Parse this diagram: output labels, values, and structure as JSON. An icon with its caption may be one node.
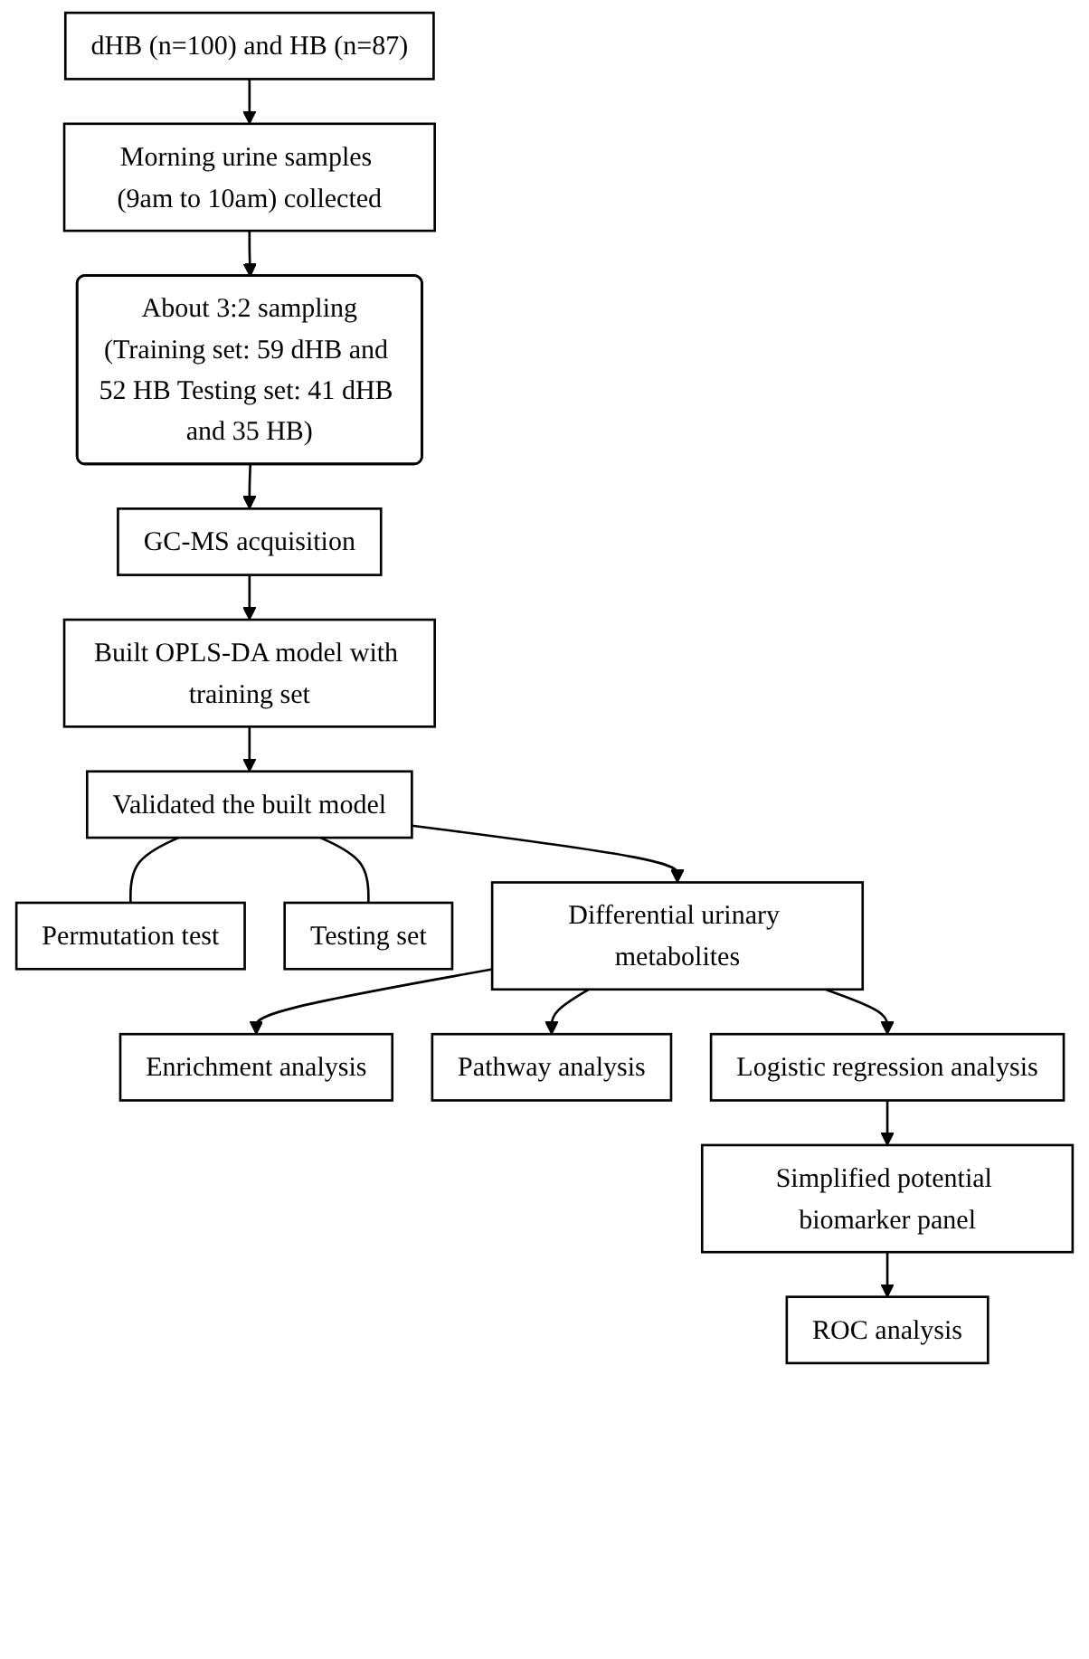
{
  "diagram": {
    "nodes": [
      {
        "text": [
          "dHB (n=100) and HB (n=87)"
        ]
      },
      {
        "text": [
          "Morning urine samples (9am to 10am) collected"
        ]
      },
      {
        "text": [
          "About 3:2 sampling",
          "(Training set: 59 dHB and 52 HB Testing set: 41 dHB and 35 HB)"
        ]
      },
      {
        "text": [
          "GC-MS acquisition"
        ]
      },
      {
        "text": [
          "Built OPLS-DA model with training set"
        ]
      },
      {
        "text": [
          "Validated the built model"
        ]
      },
      {
        "text": [
          "Permutation test"
        ]
      },
      {
        "text": [
          "Testing set"
        ]
      },
      {
        "text": [
          "Differential urinary metabolites"
        ]
      },
      {
        "text": [
          "Enrichment analysis"
        ]
      },
      {
        "text": [
          "Pathway analysis"
        ]
      },
      {
        "text": [
          "Logistic regression analysis"
        ]
      },
      {
        "text": [
          "Simplified potential biomarker panel"
        ]
      },
      {
        "text": [
          "ROC analysis"
        ]
      }
    ],
    "edges": [
      {
        "from": 0,
        "to": 1,
        "arrow": "to"
      },
      {
        "from": 1,
        "to": 2,
        "arrow": "to"
      },
      {
        "from": 2,
        "to": 3,
        "arrow": "to"
      },
      {
        "from": 3,
        "to": 4,
        "arrow": "to"
      },
      {
        "from": 4,
        "to": 5,
        "arrow": "to"
      },
      {
        "from": 5,
        "to": 6,
        "arrow": "none"
      },
      {
        "from": 5,
        "to": 7,
        "arrow": "none"
      },
      {
        "from": 5,
        "to": 8,
        "arrow": "to"
      },
      {
        "from": 8,
        "to": 9,
        "arrow": "to"
      },
      {
        "from": 8,
        "to": 10,
        "arrow": "to"
      },
      {
        "from": 8,
        "to": 11,
        "arrow": "to"
      },
      {
        "from": 11,
        "to": 12,
        "arrow": "to"
      },
      {
        "from": 12,
        "to": 13,
        "arrow": "to"
      }
    ]
  }
}
